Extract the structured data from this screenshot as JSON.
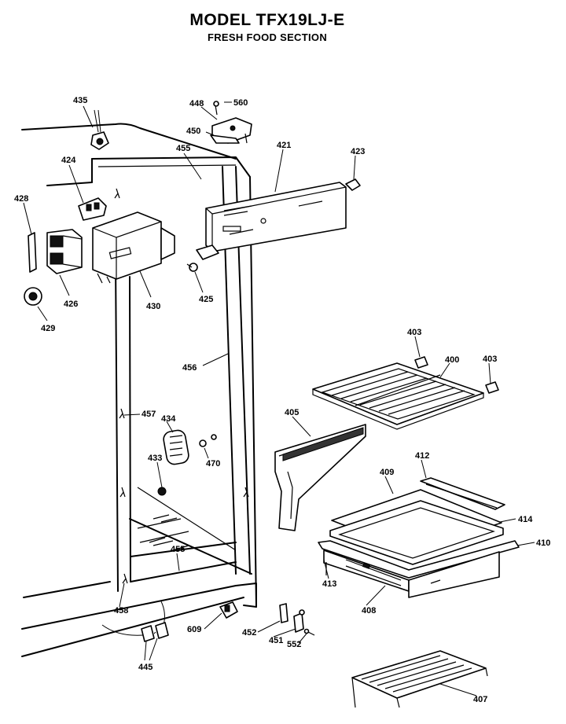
{
  "header": {
    "title": "MODEL TFX19LJ-E",
    "subtitle": "FRESH FOOD SECTION"
  },
  "part_labels": [
    "435",
    "448",
    "560",
    "450",
    "421",
    "423",
    "455",
    "424",
    "428",
    "426",
    "430",
    "425",
    "429",
    "456",
    "403",
    "400",
    "403",
    "457",
    "434",
    "405",
    "433",
    "470",
    "412",
    "409",
    "414",
    "410",
    "455",
    "413",
    "458",
    "408",
    "609",
    "452",
    "451",
    "552",
    "445",
    "407"
  ]
}
